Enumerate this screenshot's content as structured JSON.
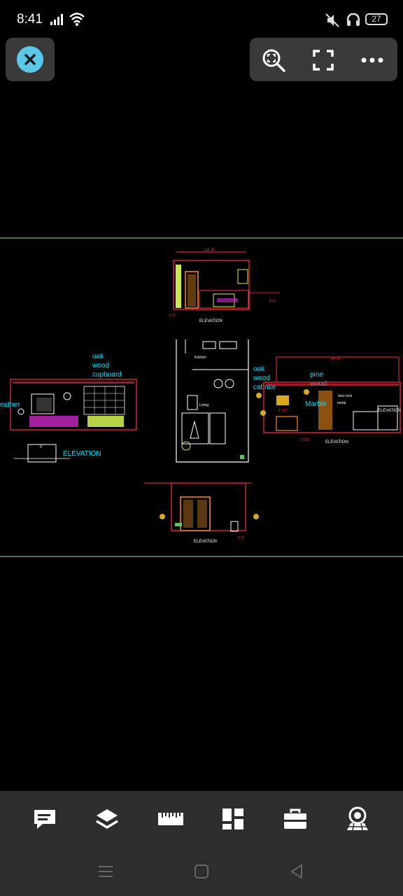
{
  "status": {
    "time": "8:41",
    "battery": "27"
  },
  "drawing": {
    "labels": {
      "oak_wood_cupboard": [
        "oak",
        "wood",
        "cupboard"
      ],
      "oak_wood_cabnite": [
        "oak",
        "wood",
        "cabnite"
      ],
      "pine_wood": [
        "pine",
        "wood"
      ],
      "marble": "Marble",
      "leather": "eather",
      "elevation_large": "ELEVATION",
      "elevation_small": "ELEVATION",
      "elevation_right_edge": "ELEVATION",
      "kitchen": "Kitchen",
      "living": "Living",
      "door_lock": "door lock",
      "metal": "metal"
    },
    "dimensions": {
      "d_14_4": "14'-4\"",
      "d_24_4": "24'-4\"",
      "d_1_6": "1'-6\"",
      "d_2_9": "2'-9\"",
      "d_5": "5'",
      "d_1_10": "1'-10\"",
      "d_3_5": "3'-5\"",
      "d_2_10": "2'-10\""
    }
  },
  "colors": {
    "cyan": "#00e5ff",
    "red": "#ff3040",
    "magenta": "#d62ad6",
    "yellow": "#e8e84a",
    "green": "#50d050",
    "orange": "#ff8a2a",
    "white": "#ffffff",
    "accent": "#5cc8e8"
  },
  "icons": {
    "close": "close-icon",
    "zoom_fit": "zoom-fit-icon",
    "fullscreen": "fullscreen-icon",
    "more": "more-icon",
    "comments": "comment-icon",
    "layers": "layers-icon",
    "measure": "ruler-icon",
    "layout": "layout-icon",
    "tools": "toolbox-icon",
    "view3d": "3d-view-icon"
  }
}
